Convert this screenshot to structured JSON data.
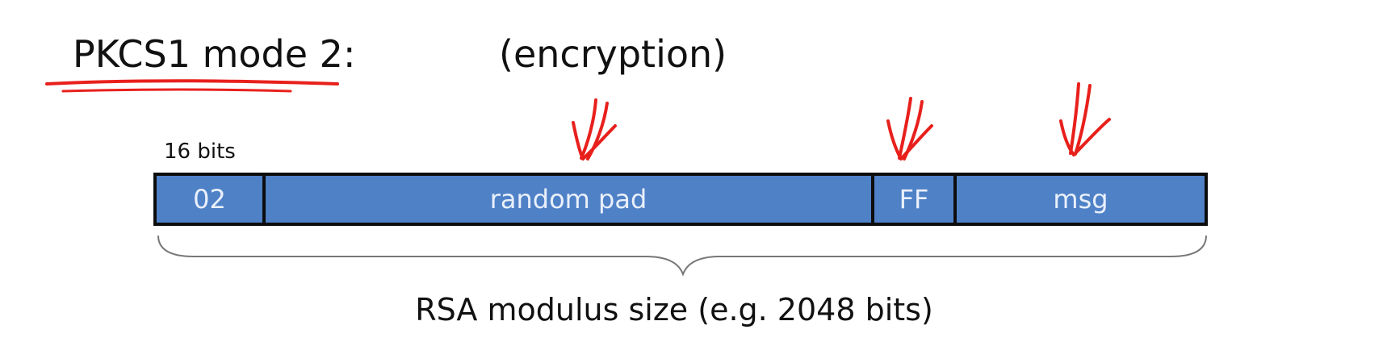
{
  "diagram": {
    "title": "PKCS1 mode 2:",
    "subtitle": "(encryption)",
    "size_label": "16 bits",
    "segments": [
      {
        "label": "02"
      },
      {
        "label": "random pad"
      },
      {
        "label": "FF"
      },
      {
        "label": "msg"
      }
    ],
    "footer": "RSA modulus size  (e.g. 2048 bits)"
  },
  "colors": {
    "segment_fill": "#4f81c7",
    "segment_border": "#0d0d0d",
    "segment_text": "#e9f0fa",
    "annotation_red": "#e8201c",
    "brace": "#777777"
  }
}
